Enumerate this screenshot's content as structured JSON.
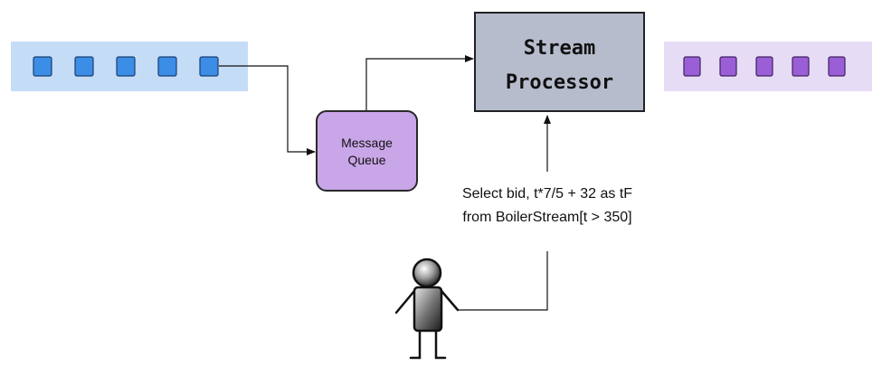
{
  "input_stream": {
    "item_count": 5,
    "band_color": "#c5dcf7",
    "item_color": "#3b8de6",
    "item_border": "#1a3f70"
  },
  "output_stream": {
    "item_count": 5,
    "band_color": "#e7dcf5",
    "item_color": "#9a5fd6",
    "item_border": "#3e2260"
  },
  "message_queue": {
    "line1": "Message",
    "line2": "Queue",
    "fill": "#c9a6e8",
    "border": "#2a2a2a"
  },
  "stream_processor": {
    "line1": "Stream",
    "line2": "Processor",
    "fill": "#b7bccd",
    "border": "#222222"
  },
  "query": {
    "line1": "Select bid, t*7/5 + 32 as tF",
    "line2": "from BoilerStream[t > 350]"
  },
  "user": {
    "icon": "person-icon"
  },
  "colors": {
    "connector": "#111111"
  }
}
